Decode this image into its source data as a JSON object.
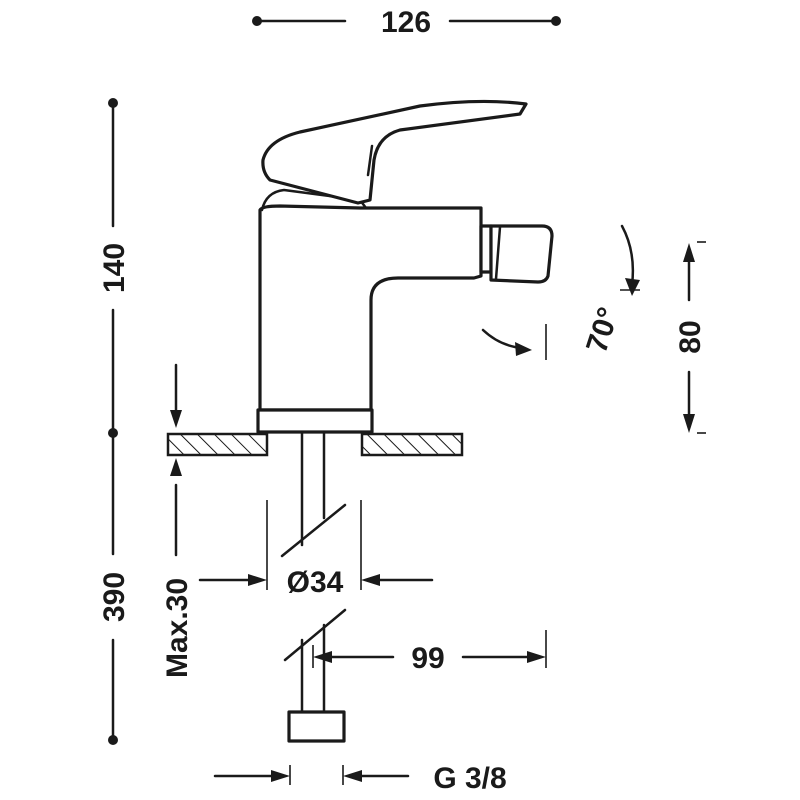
{
  "dimensions": {
    "overall_width": "126",
    "overall_height": "140",
    "pipe_length": "390",
    "max_thickness": "Max.30",
    "hole_diameter": "Ø34",
    "spout_reach": "99",
    "spout_height": "80",
    "swivel_angle": "70°",
    "connection_thread": "G 3/8"
  }
}
